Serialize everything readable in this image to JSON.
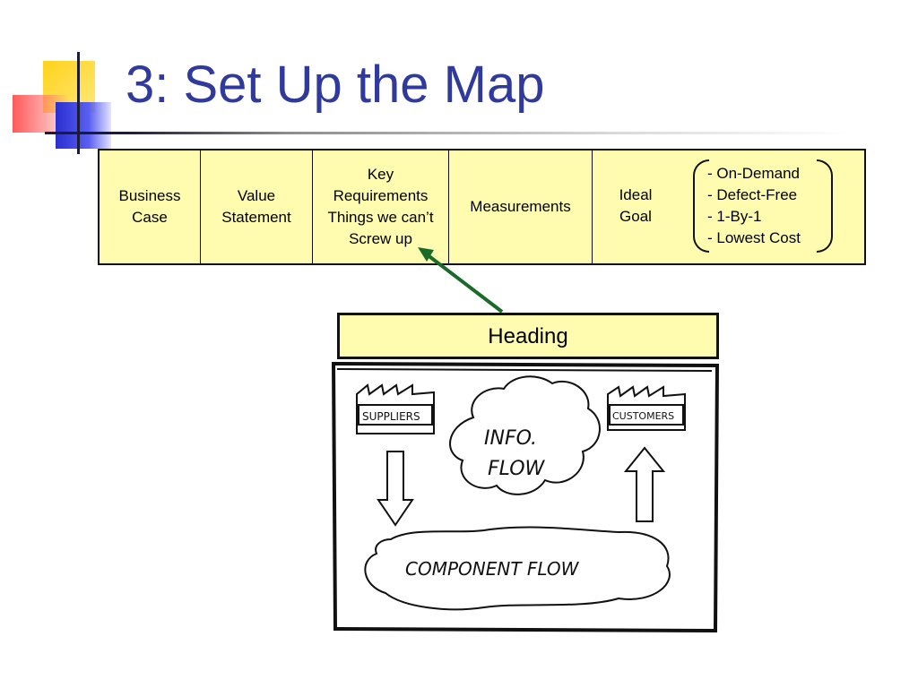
{
  "slide": {
    "title": "3: Set Up the Map"
  },
  "table": {
    "columns": [
      {
        "lines": [
          "Business",
          "Case"
        ]
      },
      {
        "lines": [
          "Value",
          "Statement"
        ]
      },
      {
        "lines": [
          "Key",
          "Requirements",
          "Things we can’t",
          "Screw up"
        ]
      },
      {
        "lines": [
          "Measurements"
        ]
      }
    ],
    "ideal_goal": {
      "lines": [
        "Ideal",
        "Goal"
      ]
    },
    "goals": [
      "- On-Demand",
      "- Defect-Free",
      "- 1-By-1",
      "- Lowest Cost"
    ]
  },
  "heading": {
    "label": "Heading"
  },
  "sketch": {
    "suppliers": "SUPPLIERS",
    "customers": "CUSTOMERS",
    "info_flow_line1": "INFO.",
    "info_flow_line2": "FLOW",
    "component_flow": "COMPONENT FLOW"
  },
  "colors": {
    "title": "#2f3a9c",
    "table_fill": "#fffcb0",
    "arrow": "#1a6b2a"
  }
}
